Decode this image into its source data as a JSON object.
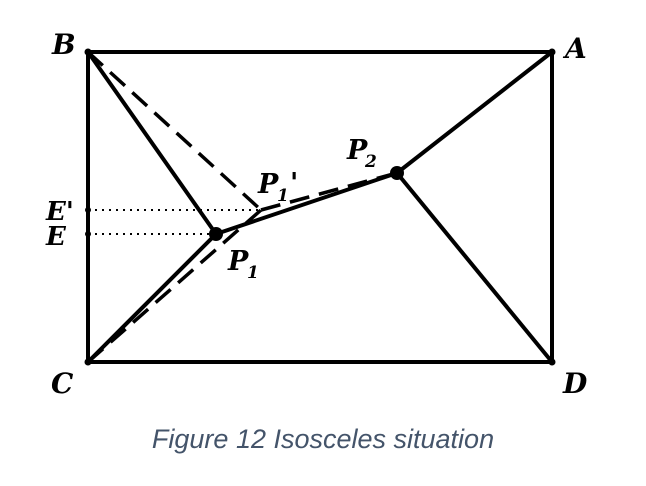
{
  "figure": {
    "labels": {
      "A": "A",
      "B": "B",
      "C": "C",
      "D": "D",
      "E": "E",
      "E_prime": "E'",
      "P1": "P",
      "P1_sub": "1",
      "P1_prime": "P",
      "P1_prime_sub": "1",
      "P1_prime_mark": "'",
      "P2": "P",
      "P2_sub": "2"
    },
    "caption": "Figure 12 Isosceles situation"
  }
}
